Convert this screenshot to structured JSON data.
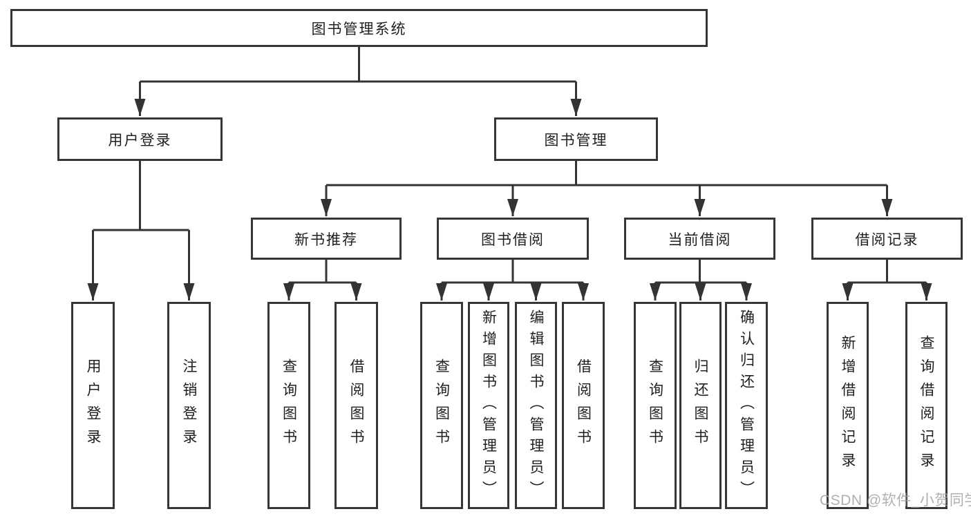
{
  "diagram": {
    "title": "图书管理系统",
    "watermark": "CSDN @软件_小贺同学",
    "nodes": {
      "root": "图书管理系统",
      "user_login": "用户登录",
      "book_mgmt": "图书管理",
      "new_book_rec": "新书推荐",
      "book_borrow": "图书借阅",
      "current_borrow": "当前借阅",
      "borrow_records": "借阅记录",
      "leaf_user_login": "用户登录",
      "leaf_logout": "注销登录",
      "leaf_query_books_rec": "查询图书",
      "leaf_borrow_books_rec": "借阅图书",
      "leaf_query_books_borrow": "查询图书",
      "leaf_add_books_admin": "新增图书（管理员）",
      "leaf_edit_books_admin": "编辑图书（管理员）",
      "leaf_borrow_books": "借阅图书",
      "leaf_query_books_current": "查询图书",
      "leaf_return_books": "归还图书",
      "leaf_confirm_return_admin": "确认归还（管理员）",
      "leaf_add_borrow_record": "新增借阅记录",
      "leaf_query_borrow_record": "查询借阅记录"
    },
    "hierarchy": [
      {
        "parent": "图书管理系统",
        "children": [
          "用户登录",
          "图书管理"
        ]
      },
      {
        "parent": "用户登录",
        "children": [
          "用户登录",
          "注销登录"
        ]
      },
      {
        "parent": "图书管理",
        "children": [
          "新书推荐",
          "图书借阅",
          "当前借阅",
          "借阅记录"
        ]
      },
      {
        "parent": "新书推荐",
        "children": [
          "查询图书",
          "借阅图书"
        ]
      },
      {
        "parent": "图书借阅",
        "children": [
          "查询图书",
          "新增图书（管理员）",
          "编辑图书（管理员）",
          "借阅图书"
        ]
      },
      {
        "parent": "当前借阅",
        "children": [
          "查询图书",
          "归还图书",
          "确认归还（管理员）"
        ]
      },
      {
        "parent": "借阅记录",
        "children": [
          "新增借阅记录",
          "查询借阅记录"
        ]
      }
    ]
  }
}
